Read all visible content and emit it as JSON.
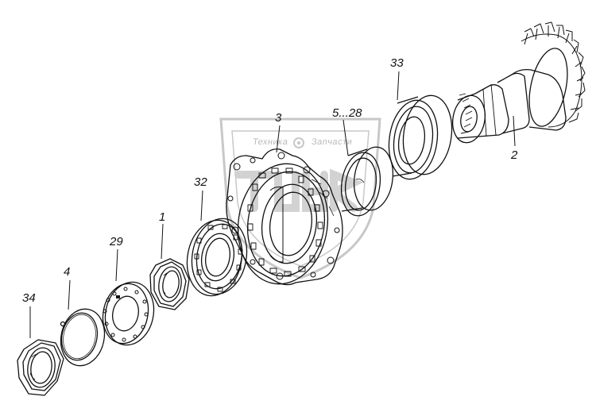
{
  "watermark": {
    "text_left": "Техника",
    "text_right": "Запчасти",
    "color": "#c8c8c8"
  },
  "labels": {
    "p34": "34",
    "p4": "4",
    "p29": "29",
    "p1": "1",
    "p32": "32",
    "p3": "3",
    "p5_28": "5...28",
    "p33": "33",
    "p2": "2"
  },
  "colors": {
    "line": "#111111",
    "background": "#ffffff"
  }
}
